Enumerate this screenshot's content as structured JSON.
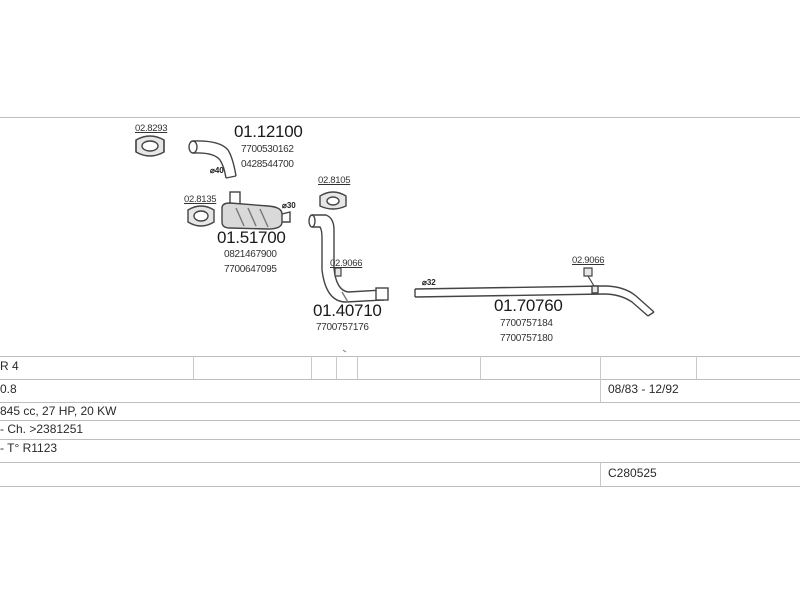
{
  "parts": {
    "p_0112100": {
      "number": "01.12100",
      "refs": [
        "7700530162",
        "0428544700"
      ],
      "diameter": "⌀40",
      "clamp": "02.8293"
    },
    "p_0151700": {
      "number": "01.51700",
      "refs": [
        "0821467900",
        "7700647095"
      ],
      "diameter": "⌀30",
      "clamp": "02.8135"
    },
    "p_0140710": {
      "number": "01.40710",
      "refs": [
        "7700757176"
      ],
      "clamp": "02.8105",
      "hanger": "02.9066"
    },
    "p_0170760": {
      "number": "01.70760",
      "refs": [
        "7700757184",
        "7700757180"
      ],
      "diameter": "⌀32",
      "hanger": "02.9066"
    }
  },
  "vehicle": {
    "model": "R 4",
    "engine": "0.8",
    "period": "08/83 - 12/92",
    "specs": "845 cc, 27 HP, 20 KW",
    "chassis": "- Ch. >2381251",
    "type": "- T° R1123",
    "code": "C280525"
  },
  "colors": {
    "line": "#bdbdbd",
    "drawing": "#444444"
  }
}
